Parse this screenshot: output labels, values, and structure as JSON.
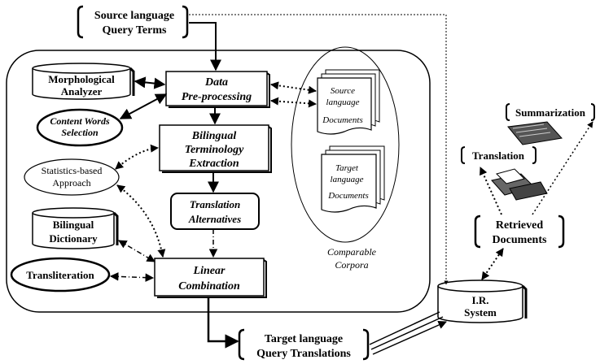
{
  "source_query": {
    "line1": "Source language",
    "line2": "Query Terms"
  },
  "morph_analyzer": {
    "line1": "Morphological",
    "line2": "Analyzer"
  },
  "content_words": {
    "line1": "Content Words",
    "line2": "Selection"
  },
  "data_preprocessing": {
    "line1": "Data",
    "line2": "Pre-processing"
  },
  "bilingual_extraction": {
    "line1": "Bilingual",
    "line2": "Terminology",
    "line3": "Extraction"
  },
  "statistics_approach": {
    "line1": "Statistics-based",
    "line2": "Approach"
  },
  "translation_alternatives": {
    "line1": "Translation",
    "line2": "Alternatives"
  },
  "bilingual_dictionary": {
    "line1": "Bilingual",
    "line2": "Dictionary"
  },
  "transliteration": {
    "label": "Transliteration"
  },
  "linear_combination": {
    "line1": "Linear",
    "line2": "Combination"
  },
  "source_docs": {
    "line1": "Source",
    "line2": "language",
    "line3": "Documents"
  },
  "target_docs": {
    "line1": "Target",
    "line2": "language",
    "line3": "Documents"
  },
  "comparable_corpora": {
    "line1": "Comparable",
    "line2": "Corpora"
  },
  "summarization": {
    "label": "Summarization"
  },
  "translation_out": {
    "label": "Translation"
  },
  "retrieved_docs": {
    "line1": "Retrieved",
    "line2": "Documents"
  },
  "ir_system": {
    "line1": "I.R.",
    "line2": "System"
  },
  "target_query": {
    "line1": "Target language",
    "line2": "Query Translations"
  }
}
